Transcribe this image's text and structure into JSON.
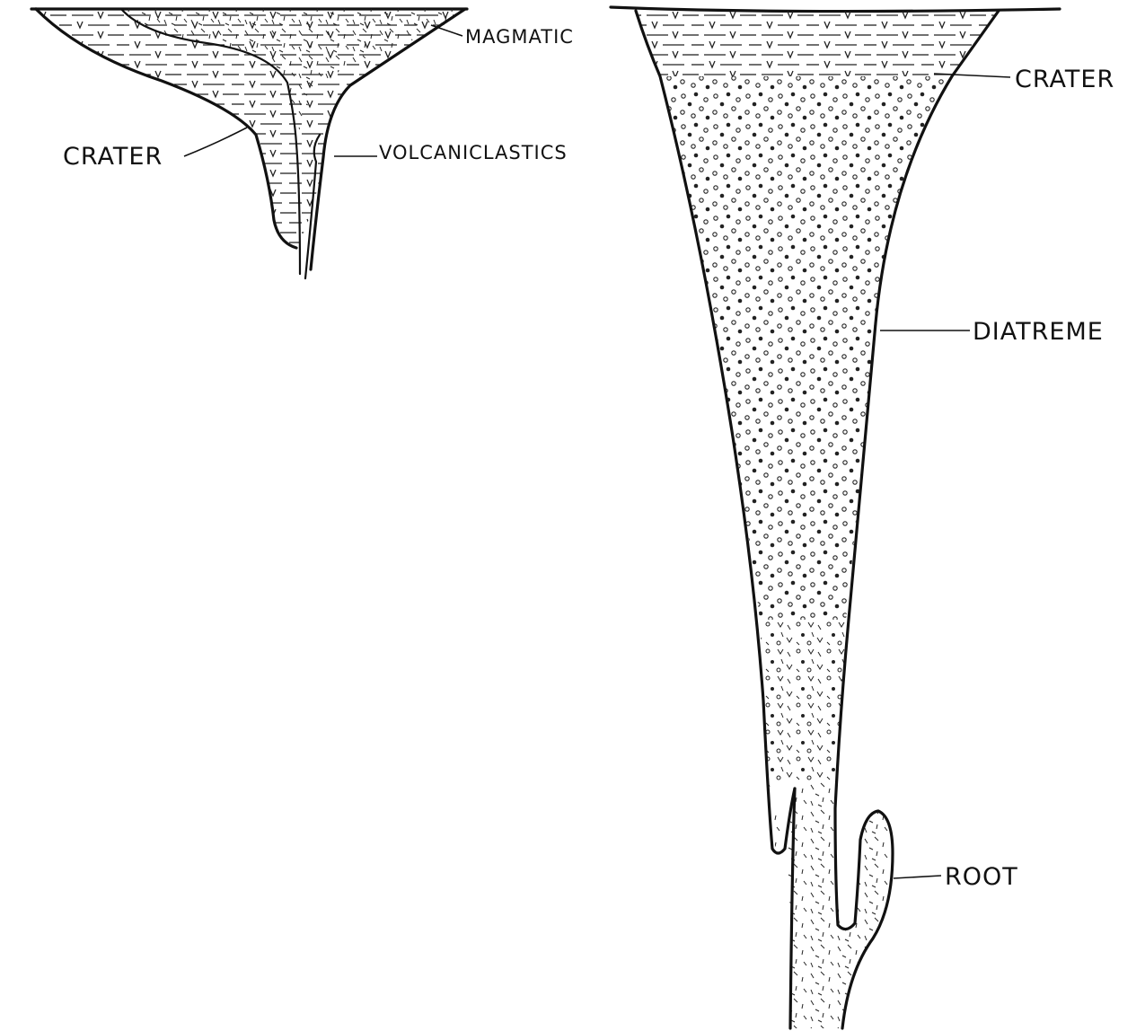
{
  "left_diagram": {
    "labels": {
      "magmatic": "MAGMATIC",
      "crater": "CRATER",
      "volcaniclastics": "VOLCANICLASTICS"
    }
  },
  "right_diagram": {
    "labels": {
      "crater": "CRATER",
      "diatreme": "DIATREME",
      "root": "ROOT"
    }
  }
}
